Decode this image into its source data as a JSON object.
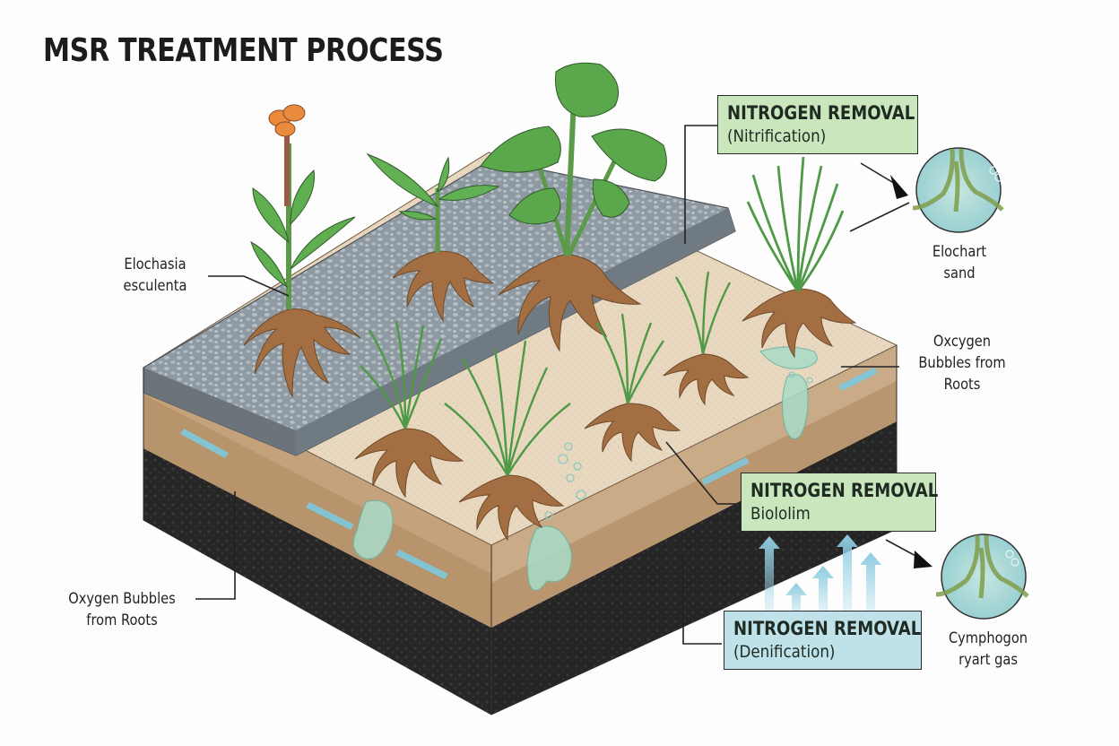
{
  "title": "MSR TREATMENT PROCESS",
  "labels": {
    "elochasia": {
      "line1": "Elochasia",
      "line2": "esculenta"
    },
    "elochart": {
      "line1": "Elochart",
      "line2": "sand"
    },
    "oxygen_right": {
      "line1": "Oxcygen",
      "line2": "Bubbles from",
      "line3": "Roots"
    },
    "oxygen_left": {
      "line1": "Oxygen Bubbles",
      "line2": "from Roots"
    },
    "cymphogon": {
      "line1": "Cymphogon",
      "line2": "ryart gas"
    }
  },
  "boxes": {
    "nitrification": {
      "heading": "NITROGEN REMOVAL",
      "sub": "(Nitrification)"
    },
    "biofilm": {
      "heading": "NITROGEN REMOVAL",
      "sub": "Biololim"
    },
    "denitrification": {
      "heading": "NITROGEN REMOVAL",
      "sub": "(Denification)"
    }
  },
  "colors": {
    "gravel": "#8f9aa3",
    "sand_top": "#e8d6bd",
    "sand_side": "#c9ab88",
    "soil_side": "#b8946c",
    "base": "#262626",
    "water": "#7ec8dc",
    "box_green": "#c9e6bd",
    "box_blue": "#bfe2ea",
    "leaf": "#5fa84f",
    "root": "#9a6a3f",
    "flower": "#e98a3d"
  }
}
